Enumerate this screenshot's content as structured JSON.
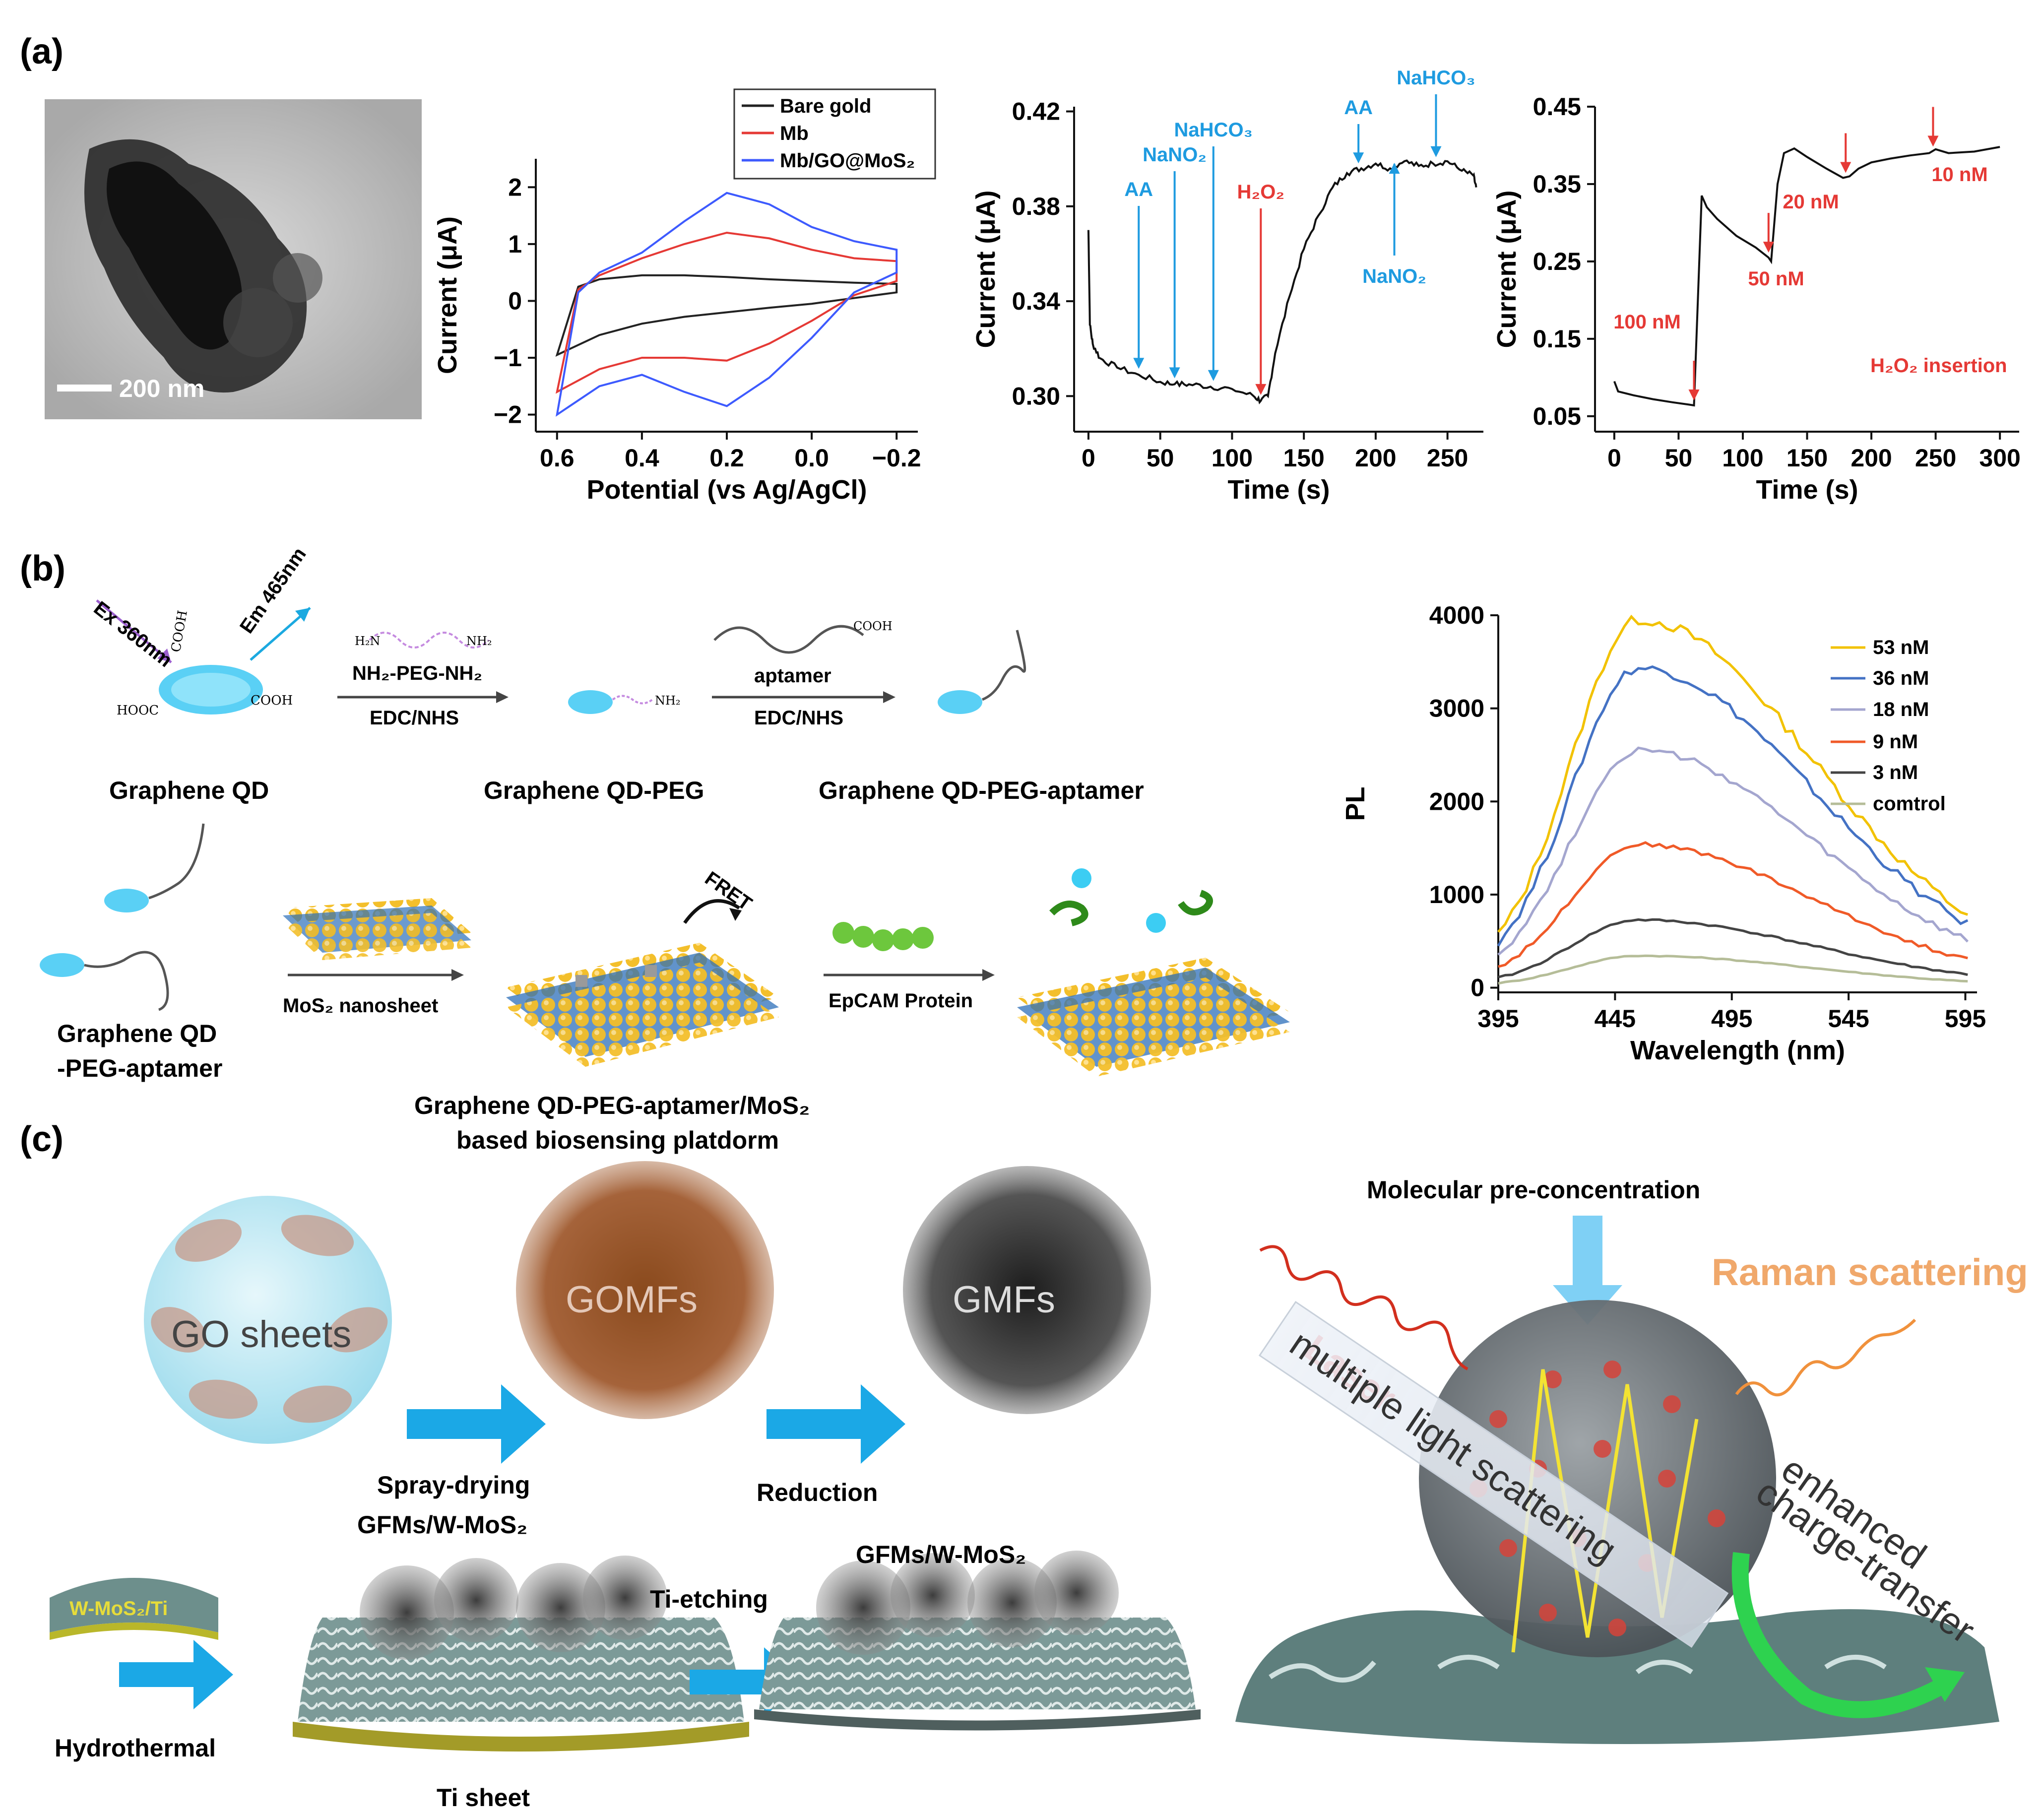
{
  "panels": {
    "a": "(a)",
    "b": "(b)",
    "c": "(c)"
  },
  "micrograph": {
    "scale_bar": "200 nm"
  },
  "chart_data": [
    {
      "type": "line",
      "id": "cv",
      "xlabel": "Potential (vs Ag/AgCl)",
      "ylabel": "Current (μA)",
      "xlim": [
        0.65,
        -0.25
      ],
      "ylim": [
        -2.3,
        2.5
      ],
      "xticks": [
        0.6,
        0.4,
        0.2,
        0.0,
        -0.2
      ],
      "xtick_labels": [
        "0.6",
        "0.4",
        "0.2",
        "0.0",
        "−0.2"
      ],
      "yticks": [
        -2,
        -1,
        0,
        1,
        2
      ],
      "ytick_labels": [
        "−2",
        "−1",
        "0",
        "1",
        "2"
      ],
      "legend_position": "top-right",
      "series": [
        {
          "name": "Bare gold",
          "color": "#222222",
          "forward": [
            [
              0.6,
              -0.95
            ],
            [
              0.55,
              0.25
            ],
            [
              0.5,
              0.38
            ],
            [
              0.4,
              0.45
            ],
            [
              0.3,
              0.45
            ],
            [
              0.2,
              0.42
            ],
            [
              0.1,
              0.38
            ],
            [
              0.0,
              0.35
            ],
            [
              -0.1,
              0.32
            ],
            [
              -0.2,
              0.3
            ]
          ],
          "reverse": [
            [
              -0.2,
              0.15
            ],
            [
              -0.1,
              0.05
            ],
            [
              0.0,
              -0.05
            ],
            [
              0.1,
              -0.12
            ],
            [
              0.2,
              -0.2
            ],
            [
              0.3,
              -0.28
            ],
            [
              0.4,
              -0.4
            ],
            [
              0.5,
              -0.6
            ],
            [
              0.6,
              -0.95
            ]
          ]
        },
        {
          "name": "Mb",
          "color": "#e53935",
          "forward": [
            [
              0.6,
              -1.6
            ],
            [
              0.55,
              0.2
            ],
            [
              0.5,
              0.45
            ],
            [
              0.4,
              0.75
            ],
            [
              0.3,
              1.0
            ],
            [
              0.2,
              1.2
            ],
            [
              0.1,
              1.1
            ],
            [
              0.0,
              0.9
            ],
            [
              -0.1,
              0.75
            ],
            [
              -0.2,
              0.7
            ]
          ],
          "reverse": [
            [
              -0.2,
              0.35
            ],
            [
              -0.1,
              0.1
            ],
            [
              0.0,
              -0.35
            ],
            [
              0.1,
              -0.75
            ],
            [
              0.2,
              -1.05
            ],
            [
              0.3,
              -1.0
            ],
            [
              0.4,
              -1.0
            ],
            [
              0.5,
              -1.2
            ],
            [
              0.6,
              -1.6
            ]
          ]
        },
        {
          "name": "Mb/GO@MoS₂",
          "color": "#3d5afe",
          "forward": [
            [
              0.6,
              -2.0
            ],
            [
              0.55,
              0.15
            ],
            [
              0.5,
              0.5
            ],
            [
              0.4,
              0.85
            ],
            [
              0.3,
              1.4
            ],
            [
              0.2,
              1.9
            ],
            [
              0.1,
              1.7
            ],
            [
              0.0,
              1.3
            ],
            [
              -0.1,
              1.05
            ],
            [
              -0.2,
              0.9
            ]
          ],
          "reverse": [
            [
              -0.2,
              0.5
            ],
            [
              -0.1,
              0.15
            ],
            [
              0.0,
              -0.65
            ],
            [
              0.1,
              -1.35
            ],
            [
              0.2,
              -1.85
            ],
            [
              0.3,
              -1.6
            ],
            [
              0.4,
              -1.3
            ],
            [
              0.5,
              -1.5
            ],
            [
              0.6,
              -2.0
            ]
          ]
        }
      ]
    },
    {
      "type": "line",
      "id": "amp1",
      "xlabel": "Time (s)",
      "ylabel": "Current (μA)",
      "xlim": [
        -10,
        275
      ],
      "ylim": [
        0.285,
        0.422
      ],
      "xticks": [
        0,
        50,
        100,
        150,
        200,
        250
      ],
      "xtick_labels": [
        "0",
        "50",
        "100",
        "150",
        "200",
        "250"
      ],
      "yticks": [
        0.3,
        0.34,
        0.38,
        0.42
      ],
      "ytick_labels": [
        "0.30",
        "0.34",
        "0.38",
        "0.42"
      ],
      "series": [
        {
          "name": "",
          "color": "#111111",
          "points": [
            [
              0,
              0.37
            ],
            [
              1,
              0.33
            ],
            [
              3,
              0.322
            ],
            [
              8,
              0.316
            ],
            [
              20,
              0.312
            ],
            [
              35,
              0.309
            ],
            [
              50,
              0.306
            ],
            [
              60,
              0.305
            ],
            [
              70,
              0.305
            ],
            [
              85,
              0.304
            ],
            [
              100,
              0.303
            ],
            [
              115,
              0.3
            ],
            [
              120,
              0.298
            ],
            [
              125,
              0.3
            ],
            [
              130,
              0.318
            ],
            [
              140,
              0.342
            ],
            [
              150,
              0.362
            ],
            [
              160,
              0.376
            ],
            [
              170,
              0.388
            ],
            [
              180,
              0.394
            ],
            [
              190,
              0.396
            ],
            [
              200,
              0.398
            ],
            [
              210,
              0.396
            ],
            [
              220,
              0.399
            ],
            [
              230,
              0.397
            ],
            [
              240,
              0.398
            ],
            [
              250,
              0.399
            ],
            [
              260,
              0.395
            ],
            [
              268,
              0.393
            ],
            [
              270,
              0.388
            ]
          ]
        }
      ],
      "annotations": [
        {
          "text": "AA",
          "x": 35,
          "color": "#1e9be0"
        },
        {
          "text": "NaNO₂",
          "x": 60,
          "color": "#1e9be0"
        },
        {
          "text": "NaHCO₃",
          "x": 87,
          "color": "#1e9be0"
        },
        {
          "text": "H₂O₂",
          "x": 120,
          "color": "#e53935"
        },
        {
          "text": "AA",
          "x": 188,
          "color": "#1e9be0"
        },
        {
          "text": "NaNO₂",
          "x": 213,
          "color": "#1e9be0"
        },
        {
          "text": "NaHCO₃",
          "x": 242,
          "color": "#1e9be0"
        }
      ]
    },
    {
      "type": "line",
      "id": "amp2",
      "xlabel": "Time (s)",
      "ylabel": "Current (μA)",
      "xlim": [
        -15,
        315
      ],
      "ylim": [
        0.03,
        0.45
      ],
      "xticks": [
        0,
        50,
        100,
        150,
        200,
        250,
        300
      ],
      "xtick_labels": [
        "0",
        "50",
        "100",
        "150",
        "200",
        "250",
        "300"
      ],
      "yticks": [
        0.05,
        0.15,
        0.25,
        0.35,
        0.45
      ],
      "ytick_labels": [
        "0.05",
        "0.15",
        "0.25",
        "0.35",
        "0.45"
      ],
      "series": [
        {
          "name": "",
          "color": "#111111",
          "points": [
            [
              0,
              0.095
            ],
            [
              3,
              0.082
            ],
            [
              15,
              0.077
            ],
            [
              30,
              0.072
            ],
            [
              45,
              0.068
            ],
            [
              58,
              0.065
            ],
            [
              62,
              0.064
            ],
            [
              65,
              0.2
            ],
            [
              68,
              0.335
            ],
            [
              72,
              0.32
            ],
            [
              80,
              0.305
            ],
            [
              95,
              0.283
            ],
            [
              110,
              0.268
            ],
            [
              120,
              0.255
            ],
            [
              122,
              0.25
            ],
            [
              127,
              0.35
            ],
            [
              132,
              0.39
            ],
            [
              140,
              0.396
            ],
            [
              150,
              0.385
            ],
            [
              165,
              0.37
            ],
            [
              178,
              0.358
            ],
            [
              183,
              0.36
            ],
            [
              190,
              0.37
            ],
            [
              200,
              0.378
            ],
            [
              215,
              0.383
            ],
            [
              230,
              0.387
            ],
            [
              245,
              0.39
            ],
            [
              250,
              0.395
            ],
            [
              260,
              0.39
            ],
            [
              280,
              0.392
            ],
            [
              300,
              0.398
            ]
          ]
        }
      ],
      "annotations": [
        {
          "text": "100 nM",
          "x": 62,
          "color": "#e53935"
        },
        {
          "text": "50 nM",
          "x": 120,
          "color": "#e53935"
        },
        {
          "text": "20 nM",
          "x": 180,
          "color": "#e53935"
        },
        {
          "text": "10 nM",
          "x": 248,
          "color": "#e53935"
        },
        {
          "text": "H₂O₂ insertion",
          "color": "#e53935"
        }
      ]
    },
    {
      "type": "line",
      "id": "pl",
      "xlabel": "Wavelength (nm)",
      "ylabel": "PL",
      "xlim": [
        395,
        600
      ],
      "ylim": [
        -50,
        4000
      ],
      "xticks": [
        395,
        445,
        495,
        545,
        595
      ],
      "xtick_labels": [
        "395",
        "445",
        "495",
        "545",
        "595"
      ],
      "yticks": [
        0,
        1000,
        2000,
        3000,
        4000
      ],
      "ytick_labels": [
        "0",
        "1000",
        "2000",
        "3000",
        "4000"
      ],
      "legend_position": "top-right",
      "series": [
        {
          "name": "53 nM",
          "color": "#f2c200",
          "peak": 3800
        },
        {
          "name": "36 nM",
          "color": "#4472c4",
          "peak": 3300
        },
        {
          "name": "18 nM",
          "color": "#a4a6cf",
          "peak": 2450
        },
        {
          "name": "9 nM",
          "color": "#f05a28",
          "peak": 1480
        },
        {
          "name": "3 nM",
          "color": "#444444",
          "peak": 700
        },
        {
          "name": "comtrol",
          "color": "#b5bd98",
          "peak": 330
        }
      ]
    }
  ],
  "scheme_b": {
    "ex": "Ex 360nm",
    "em": "Em 465nm",
    "cooh": "COOH",
    "hooc": "HOOC",
    "nh2": "NH₂",
    "reagent1_top": "NH₂-PEG-NH₂",
    "reagent1_bottom": "EDC/NHS",
    "reagent2_top": "aptamer",
    "reagent2_bottom": "EDC/NHS",
    "label_gqd": "Graphene QD",
    "label_gqd_peg": "Graphene QD-PEG",
    "label_gqd_peg_apt": "Graphene QD-PEG-aptamer",
    "label_left_line1": "Graphene QD",
    "label_left_line2": "-PEG-aptamer",
    "mos2_nanosheet": "MoS₂ nanosheet",
    "fret": "FRET",
    "epcam": "EpCAM Protein",
    "platform_line1": "Graphene QD-PEG-aptamer/MoS₂",
    "platform_line2": "based biosensing platdorm"
  },
  "scheme_c": {
    "go_sheets": "GO sheets",
    "gomfs": "GOMFs",
    "gmfs": "GMFs",
    "spray_drying": "Spray-drying",
    "gfms_w_mos2_a": "GFMs/W-MoS₂",
    "reduction": "Reduction",
    "w_mos2_ti": "W-MoS₂/Ti",
    "hydrothermal": "Hydrothermal",
    "ti_sheet": "Ti sheet",
    "ti_etching": "Ti-etching",
    "gfms_w_mos2_b": "GFMs/W-MoS₂",
    "molecular": "Molecular pre-concentration",
    "laser": "Laser",
    "raman": "Raman scattering",
    "multiple": "multiple light scattering",
    "enhanced": "enhanced",
    "charge": "charge-transfer"
  }
}
